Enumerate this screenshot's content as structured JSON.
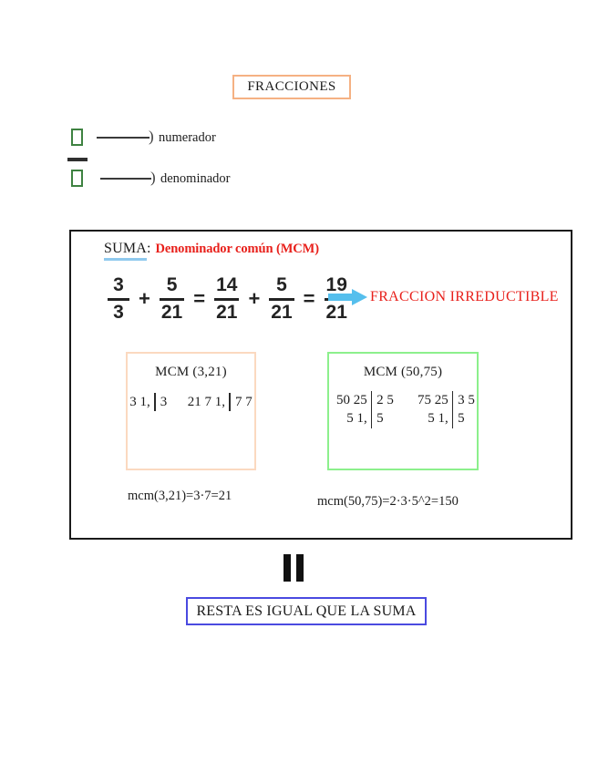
{
  "title": {
    "text": "FRACCIONES",
    "border_color": "#F5B183"
  },
  "legend": {
    "numerator_label": "numerador",
    "denominator_label": "denominador",
    "arrow_head": ")",
    "placeholder_box_color": "#3E8241"
  },
  "panel": {
    "heading": {
      "word": "SUMA",
      "colon": ":",
      "subtitle": "Denominador común (MCM)",
      "underline_color": "#8FC9EE",
      "subtitle_color": "#E8201B"
    },
    "equation": {
      "terms": [
        {
          "kind": "fraction",
          "num": "3",
          "den": "3"
        },
        {
          "kind": "op",
          "symbol": "+"
        },
        {
          "kind": "fraction",
          "num": "5",
          "den": "21"
        },
        {
          "kind": "op",
          "symbol": "="
        },
        {
          "kind": "fraction",
          "num": "14",
          "den": "21"
        },
        {
          "kind": "op",
          "symbol": "+"
        },
        {
          "kind": "fraction",
          "num": "5",
          "den": "21"
        },
        {
          "kind": "op",
          "symbol": "="
        },
        {
          "kind": "fraction",
          "num": "19",
          "den": "21"
        }
      ],
      "f1_num": "3",
      "f1_den": "3",
      "op1": "+",
      "f2_num": "5",
      "f2_den": "21",
      "op2": "=",
      "f3_num": "14",
      "f3_den": "21",
      "op3": "+",
      "f4_num": "5",
      "f4_den": "21",
      "op4": "=",
      "f5_num": "19",
      "f5_den": "21"
    },
    "irreducible": {
      "label": "FRACCION IRREDUCTIBLE",
      "arrow_color": "#55BFED",
      "text_color": "#E8201B"
    },
    "mcm_a": {
      "title": "MCM (3,21)",
      "border_color": "#FBD9C0",
      "col1": {
        "dividends": "3\n1,",
        "divisors": "3"
      },
      "col2": {
        "dividends": "21\n7\n1,",
        "divisors": "7\n7"
      },
      "result": "mcm(3,21)=3·7=21"
    },
    "mcm_b": {
      "title": "MCM (50,75)",
      "border_color": "#8CF08C",
      "col1": {
        "dividends": "50\n25\n 5\n 1,",
        "divisors": "2\n5\n5"
      },
      "col2": {
        "dividends": "75\n25\n 5\n 1,",
        "divisors": "3\n5\n5"
      },
      "result": "mcm(50,75)=2·3·5^2=150"
    }
  },
  "resta": {
    "text": "RESTA ES IGUAL QUE LA SUMA",
    "border_color": "#4A4AE0"
  }
}
